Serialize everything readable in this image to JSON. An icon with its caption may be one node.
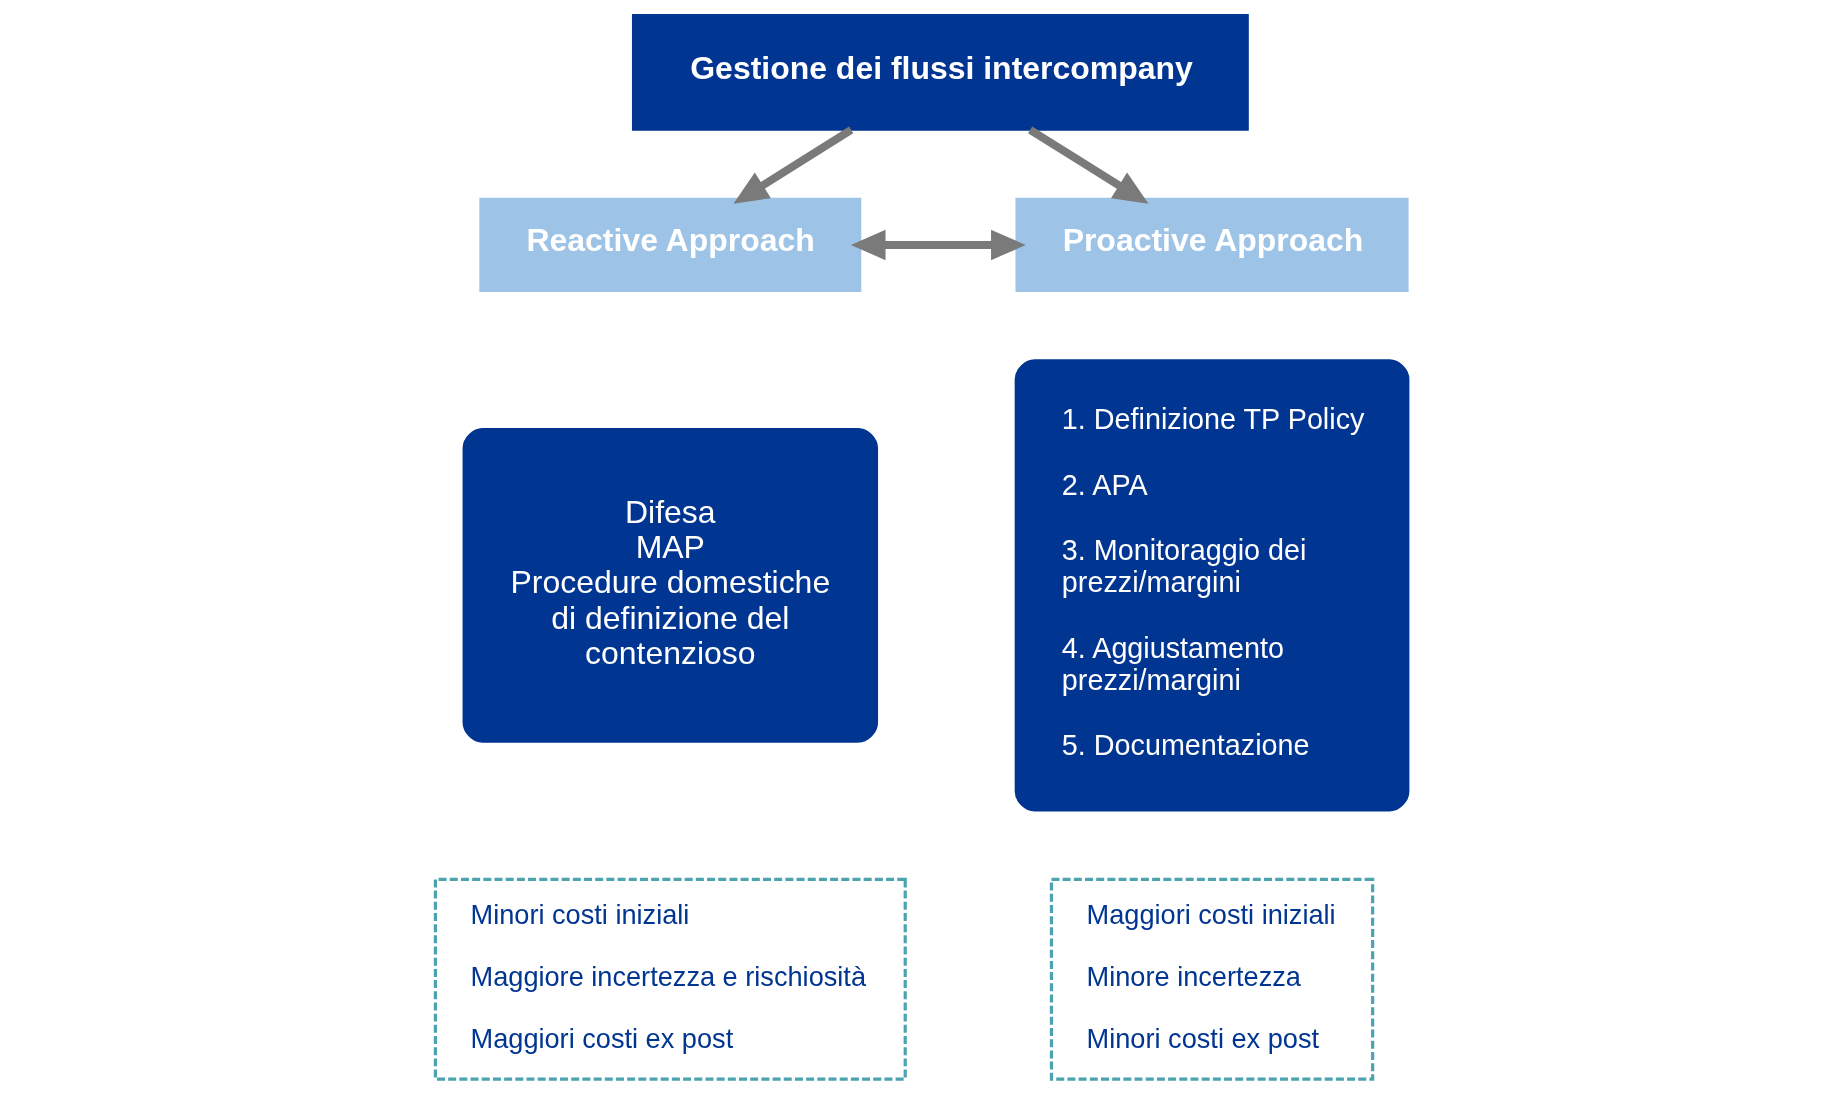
{
  "diagram": {
    "nodes": [
      {
        "text": [
          "Gestione dei flussi intercompany"
        ]
      },
      {
        "text": [
          "Reactive Approach"
        ]
      },
      {
        "text": [
          "Proactive Approach"
        ]
      },
      {
        "text": [
          "Difesa",
          "MAP",
          "Procedure domestiche di definizione del contenzioso"
        ]
      },
      {
        "text": [
          "1. Definizione TP Policy",
          "2. APA",
          "3. Monitoraggio dei prezzi/margini",
          "4. Aggiustamento prezzi/margini",
          "5. Documentazione"
        ]
      },
      {
        "text": [
          "Minori costi iniziali",
          "Maggiore incertezza e rischiosità",
          "Maggiori costi ex post"
        ]
      },
      {
        "text": [
          "Maggiori costi iniziali",
          "Minore incertezza",
          "Minori costi ex post"
        ]
      }
    ],
    "edges": [
      {
        "from": 0,
        "to": 1,
        "arrow": "to"
      },
      {
        "from": 0,
        "to": 2,
        "arrow": "to"
      },
      {
        "from": 1,
        "to": 2,
        "arrow": "both"
      }
    ]
  }
}
